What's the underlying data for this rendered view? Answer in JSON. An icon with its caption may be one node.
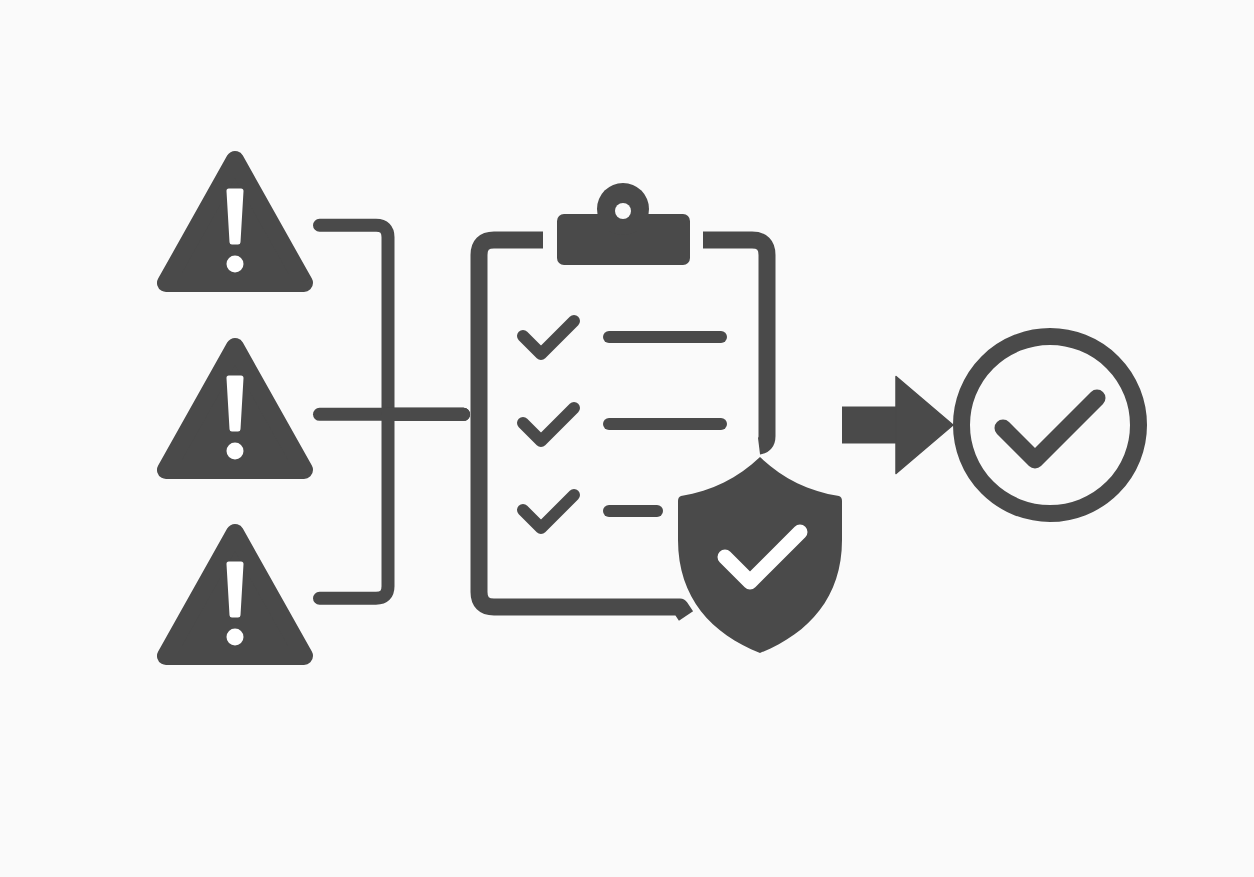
{
  "diagram": {
    "nodes": [
      {
        "text": [],
        "shape": "triangle"
      },
      {
        "text": [],
        "shape": "triangle"
      },
      {
        "text": [],
        "shape": "triangle"
      },
      {
        "text": [],
        "shape": "clipboard"
      },
      {
        "text": [],
        "shape": "circle"
      }
    ],
    "edges": [
      {
        "from": 0,
        "to": 3,
        "arrow": "none"
      },
      {
        "from": 1,
        "to": 3,
        "arrow": "none"
      },
      {
        "from": 2,
        "to": 3,
        "arrow": "none"
      },
      {
        "from": 3,
        "to": 4,
        "arrow": "to",
        "style": "thick"
      }
    ]
  }
}
